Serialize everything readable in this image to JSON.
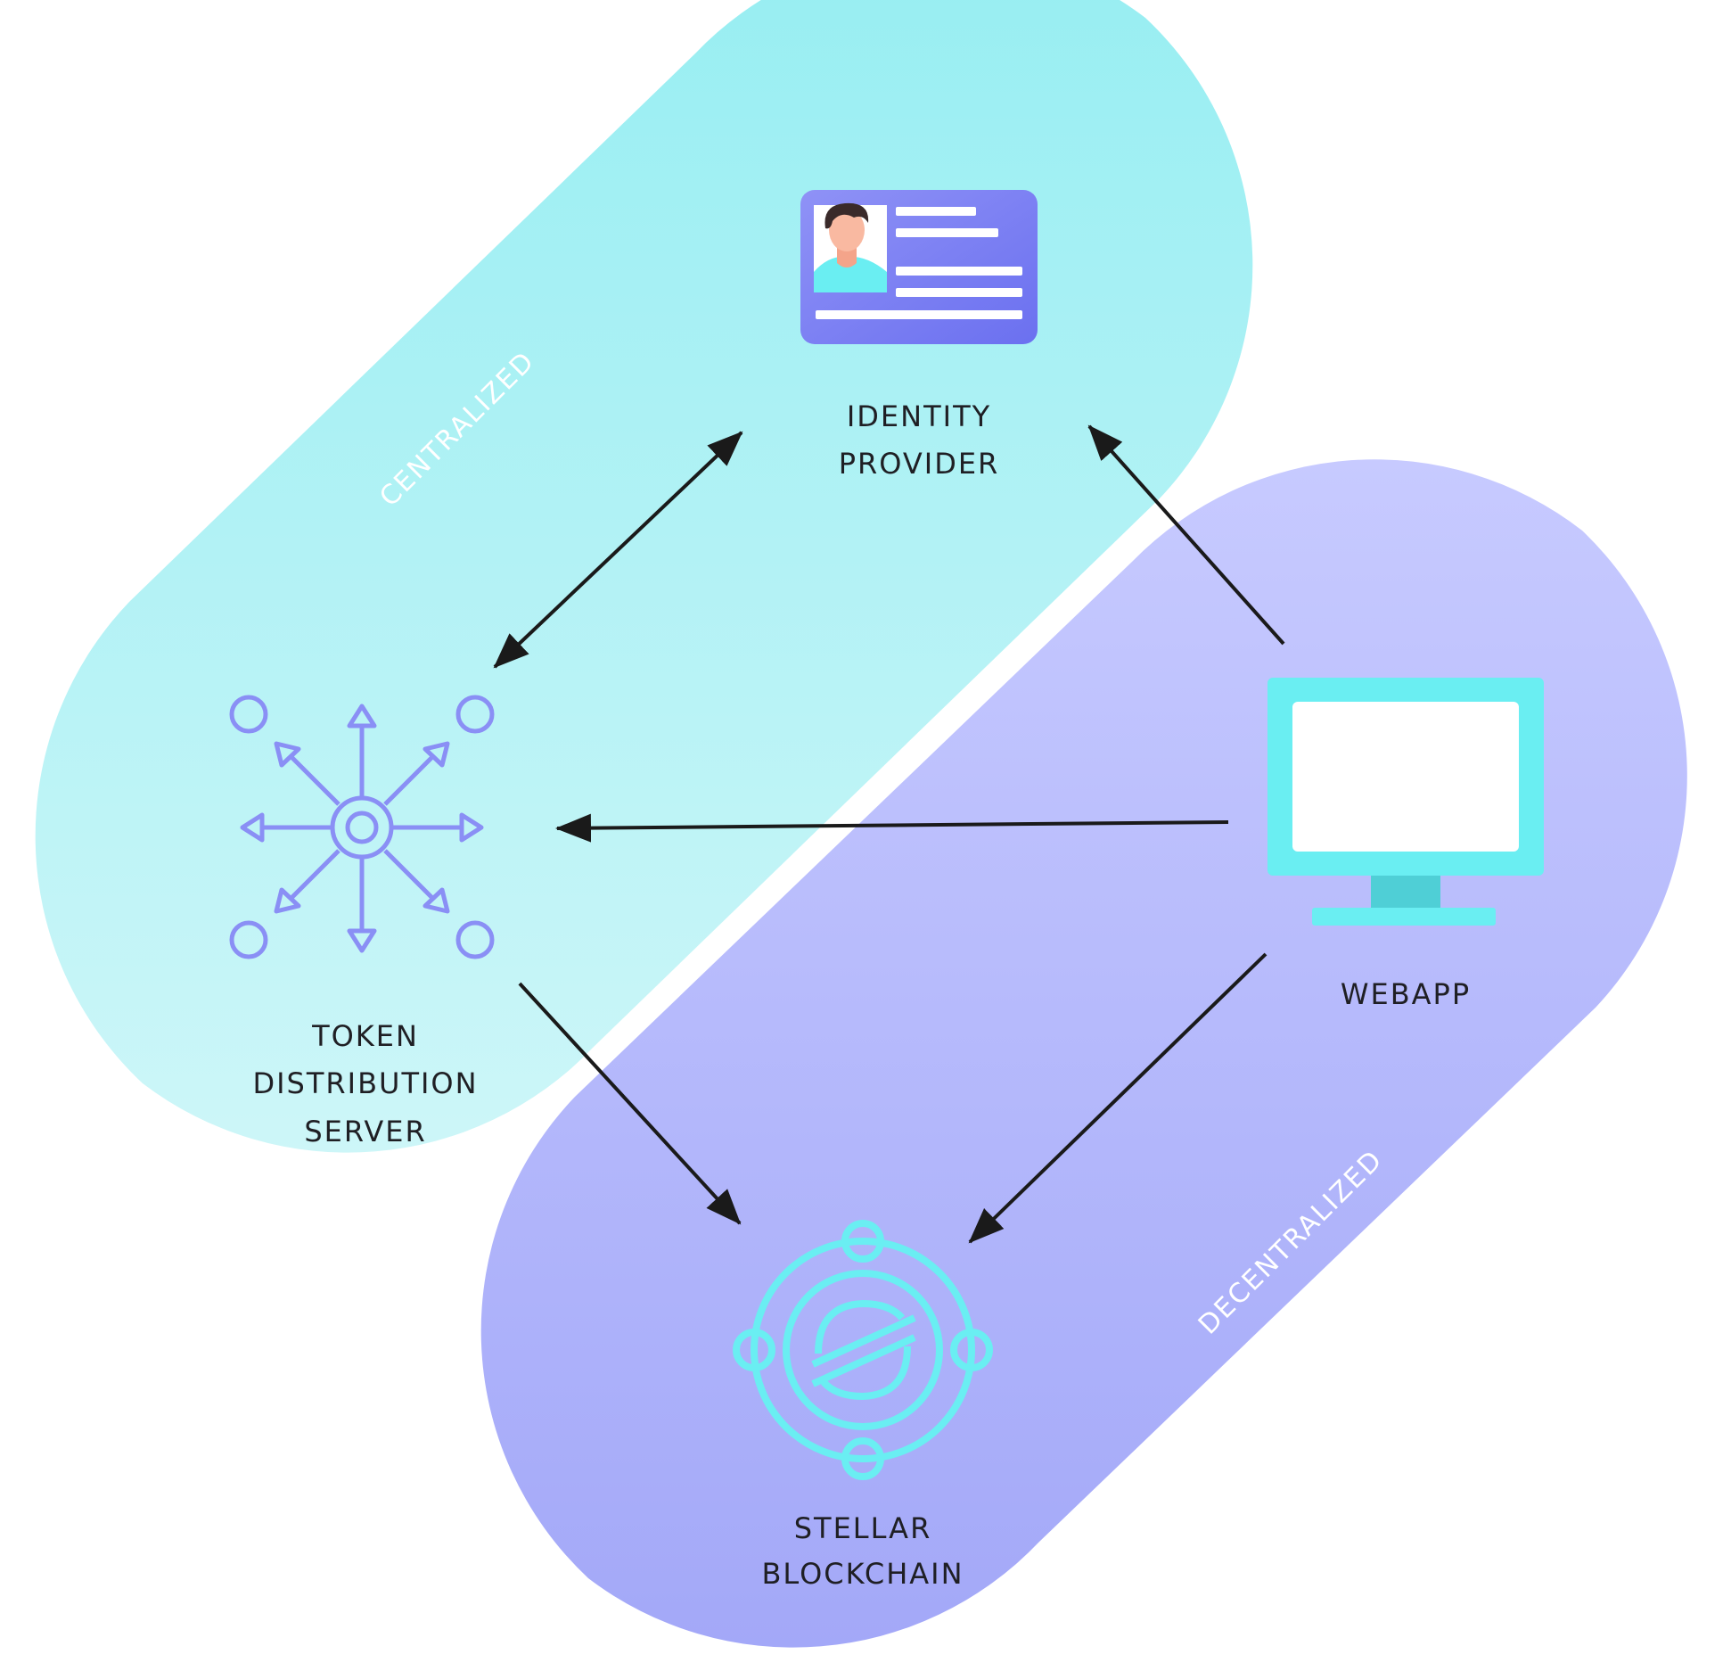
{
  "zones": {
    "centralized": {
      "label": "CENTRALIZED",
      "color_top": "#97eef2",
      "color_bottom": "#cdf6f8"
    },
    "decentralized": {
      "label": "DECENTRALIZED",
      "color_top": "#c7caff",
      "color_bottom": "#a3a8f8"
    }
  },
  "nodes": {
    "identity_provider": {
      "lines": [
        "IDENTITY",
        "PROVIDER"
      ],
      "icon": "id-card-icon"
    },
    "token_server": {
      "lines": [
        "TOKEN",
        "DISTRIBUTION",
        "SERVER"
      ],
      "icon": "distribution-hub-icon"
    },
    "webapp": {
      "lines": [
        "WEBAPP"
      ],
      "icon": "monitor-icon"
    },
    "stellar": {
      "lines": [
        "STELLAR",
        "BLOCKCHAIN"
      ],
      "icon": "stellar-logo-icon"
    }
  },
  "connections": [
    {
      "from": "token_server",
      "to": "identity_provider",
      "direction": "both"
    },
    {
      "from": "webapp",
      "to": "identity_provider",
      "direction": "forward"
    },
    {
      "from": "webapp",
      "to": "token_server",
      "direction": "forward"
    },
    {
      "from": "token_server",
      "to": "stellar",
      "direction": "forward"
    },
    {
      "from": "webapp",
      "to": "stellar",
      "direction": "forward"
    }
  ],
  "colors": {
    "arrow": "#1a1a1a",
    "hub_icon": "#8a8ff5",
    "card_bg": "#6f74f2",
    "monitor": "#6aeef2",
    "stellar_icon": "#6aeef2",
    "label_text": "#1f1f24"
  }
}
